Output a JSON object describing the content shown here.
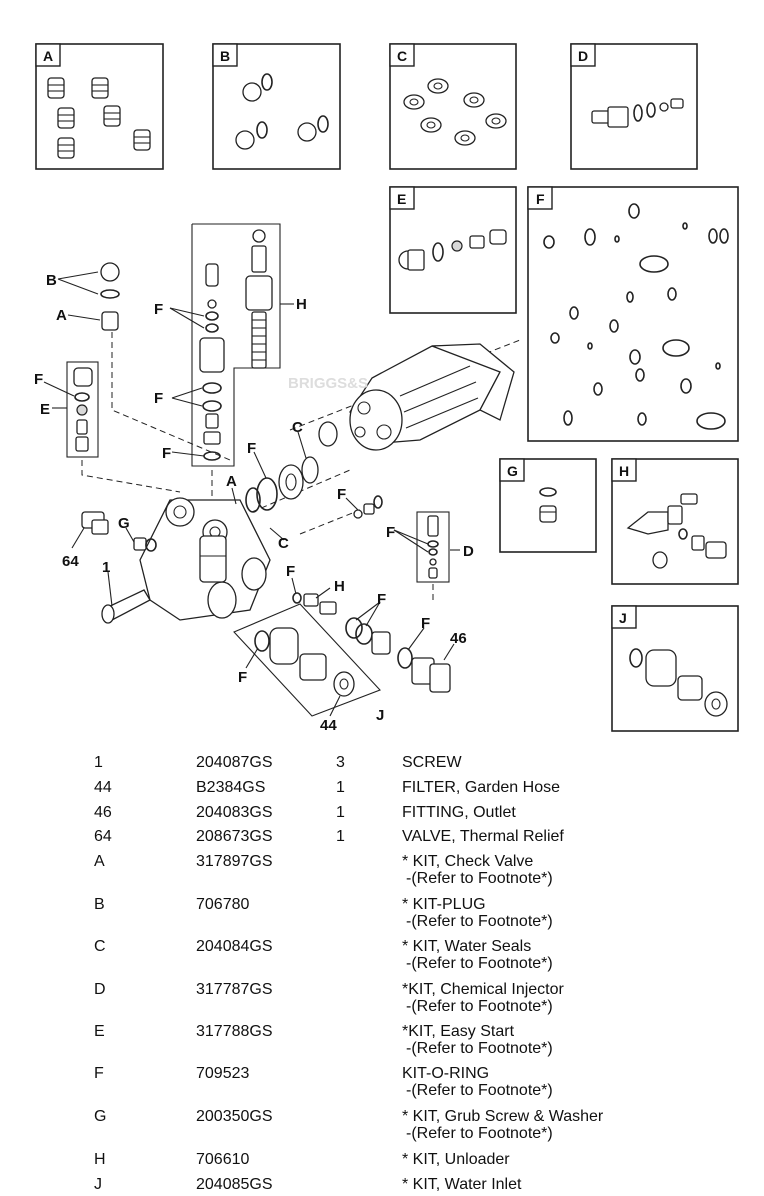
{
  "diagram": {
    "kit_labels": [
      "A",
      "B",
      "C",
      "D",
      "E",
      "F",
      "G",
      "H",
      "J"
    ],
    "callouts": {
      "b": "B",
      "a": "A",
      "f": "F",
      "e": "E",
      "h": "H",
      "c": "C",
      "g": "G",
      "d": "D",
      "j": "J",
      "p1": "1",
      "p44": "44",
      "p46": "46",
      "p64": "64"
    }
  },
  "parts_list": {
    "rows": [
      {
        "ref": "1",
        "part_no": "204087GS",
        "qty": "3",
        "desc": "SCREW",
        "note": ""
      },
      {
        "ref": "44",
        "part_no": "B2384GS",
        "qty": "1",
        "desc": "FILTER, Garden Hose",
        "note": ""
      },
      {
        "ref": "46",
        "part_no": "204083GS",
        "qty": "1",
        "desc": "FITTING, Outlet",
        "note": ""
      },
      {
        "ref": "64",
        "part_no": "208673GS",
        "qty": "1",
        "desc": "VALVE, Thermal Relief",
        "note": ""
      },
      {
        "ref": "A",
        "part_no": "317897GS",
        "qty": "",
        "desc": "* KIT, Check Valve",
        "note": "-(Refer to Footnote*)"
      },
      {
        "ref": "B",
        "part_no": "706780",
        "qty": "",
        "desc": "* KIT-PLUG",
        "note": "-(Refer to Footnote*)"
      },
      {
        "ref": "C",
        "part_no": "204084GS",
        "qty": "",
        "desc": "* KIT, Water Seals",
        "note": "-(Refer to Footnote*)"
      },
      {
        "ref": "D",
        "part_no": "317787GS",
        "qty": "",
        "desc": "*KIT, Chemical Injector",
        "note": "-(Refer to Footnote*)"
      },
      {
        "ref": "E",
        "part_no": "317788GS",
        "qty": "",
        "desc": "*KIT, Easy Start",
        "note": "-(Refer to Footnote*)"
      },
      {
        "ref": "F",
        "part_no": "709523",
        "qty": "",
        "desc": "KIT-O-RING",
        "note": "-(Refer to Footnote*)"
      },
      {
        "ref": "G",
        "part_no": "200350GS",
        "qty": "",
        "desc": "* KIT, Grub Screw & Washer",
        "note": "-(Refer to Footnote*)"
      },
      {
        "ref": "H",
        "part_no": "706610",
        "qty": "",
        "desc": "* KIT, Unloader",
        "note": ""
      },
      {
        "ref": "J",
        "part_no": "204085GS",
        "qty": "",
        "desc": "* KIT, Water Inlet",
        "note": ""
      }
    ]
  }
}
